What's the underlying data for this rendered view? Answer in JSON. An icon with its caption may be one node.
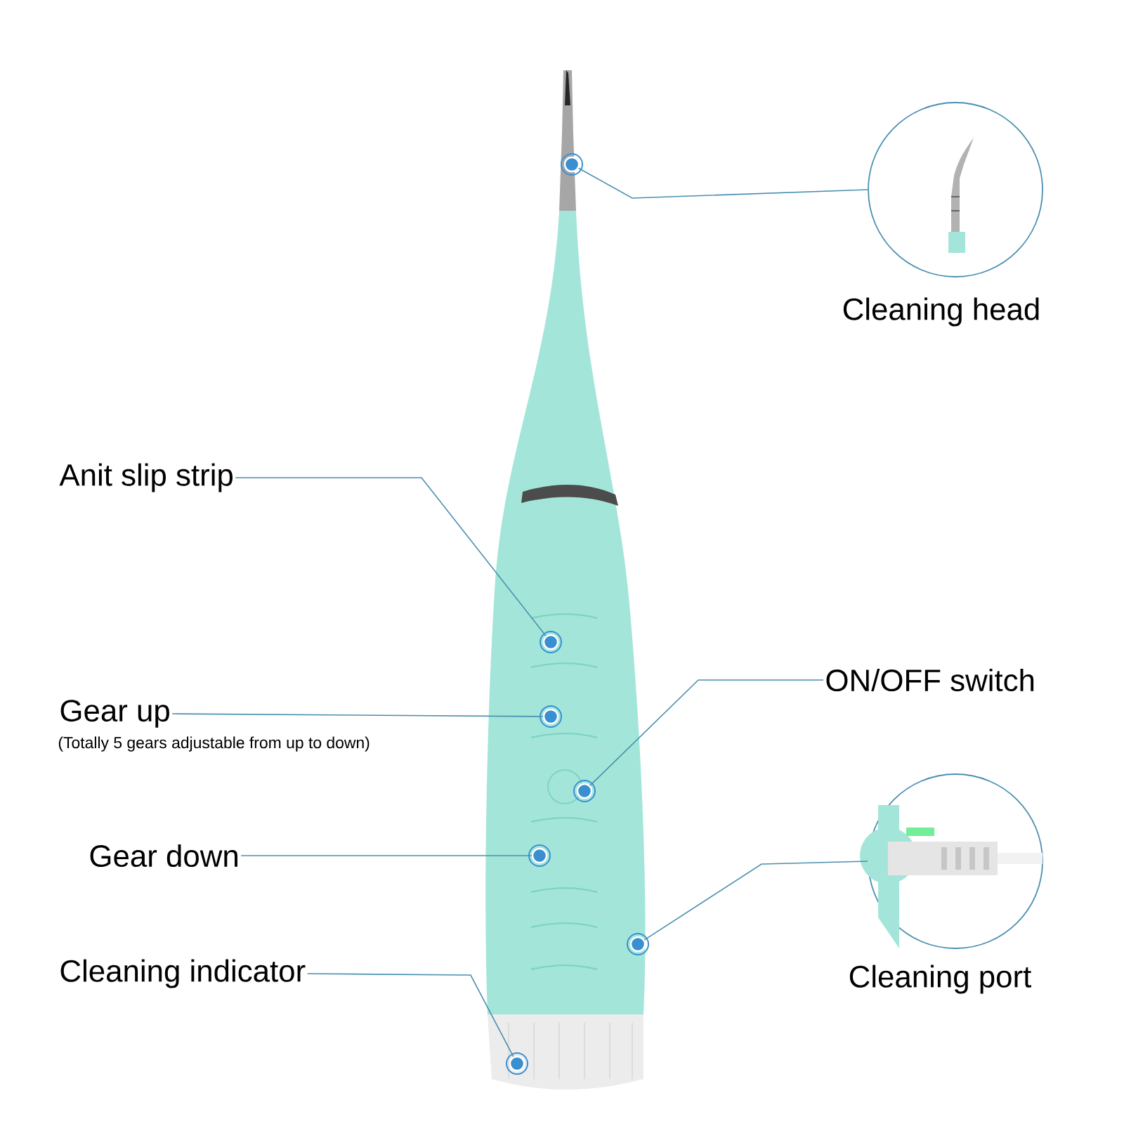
{
  "diagram": {
    "nodes": [
      {
        "text": [
          "Cleaning head"
        ]
      },
      {
        "text": [],
        "shape": "circle"
      },
      {
        "text": [
          "Anit slip strip"
        ]
      },
      {
        "text": [],
        "shape": "circle"
      },
      {
        "text": [
          "Gear up",
          "(Totally 5 gears adjustable from up to down)"
        ]
      },
      {
        "text": [],
        "shape": "circle"
      },
      {
        "text": [
          "ON/OFF switch"
        ]
      },
      {
        "text": [],
        "shape": "circle"
      },
      {
        "text": [
          "Gear down"
        ]
      },
      {
        "text": [],
        "shape": "circle"
      },
      {
        "text": [
          "Cleaning indicator"
        ]
      },
      {
        "text": [],
        "shape": "circle"
      },
      {
        "text": [
          "Cleaning port"
        ]
      },
      {
        "text": [],
        "shape": "circle"
      }
    ],
    "edges": [
      {
        "from": 0,
        "to": 1,
        "arrow": "none"
      },
      {
        "from": 2,
        "to": 3,
        "arrow": "none"
      },
      {
        "from": 4,
        "to": 5,
        "arrow": "none"
      },
      {
        "from": 6,
        "to": 7,
        "arrow": "none"
      },
      {
        "from": 8,
        "to": 9,
        "arrow": "none"
      },
      {
        "from": 10,
        "to": 11,
        "arrow": "none"
      },
      {
        "from": 12,
        "to": 13,
        "arrow": "none"
      }
    ]
  }
}
